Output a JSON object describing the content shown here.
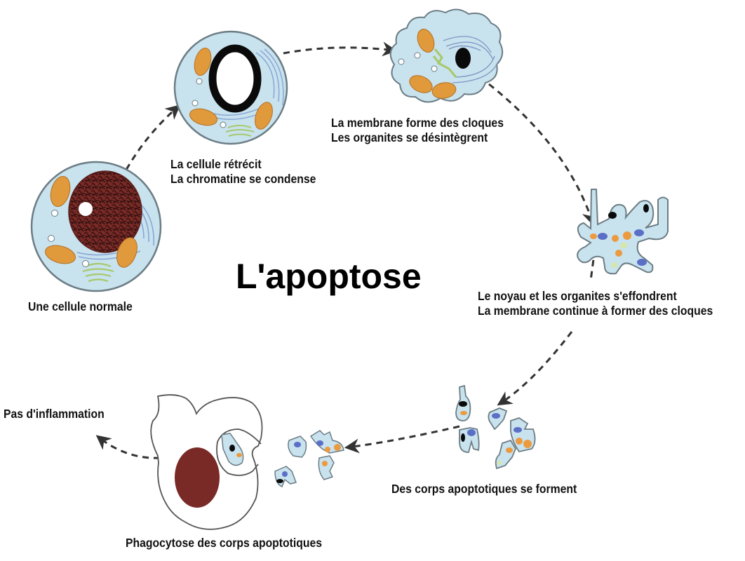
{
  "title": "L'apoptose",
  "colors": {
    "cytoplasm": "#c8e2ee",
    "membrane": "#7d8a90",
    "nucleus": "#7a2a26",
    "chromatin": "#2a0f0e",
    "mitochondria": "#e09a3c",
    "golgi": "#a7c96a",
    "er": "#8aa6d6",
    "condensed_chromatin": "#0a0a0a",
    "fragment_blue": "#5b6fc7",
    "fragment_orange": "#ec9a3e",
    "fragment_green": "#d6e6a6",
    "arrow": "#333333"
  },
  "stages": [
    {
      "id": "normal",
      "lines": [
        "Une cellule normale"
      ]
    },
    {
      "id": "shrink",
      "lines": [
        "La cellule rétrécit",
        "La chromatine se condense"
      ]
    },
    {
      "id": "bleb",
      "lines": [
        "La membrane forme des cloques",
        "Les organites se désintègrent"
      ]
    },
    {
      "id": "collapse",
      "lines": [
        "Le noyau et les organites s'effondrent",
        "La membrane continue à former des cloques"
      ]
    },
    {
      "id": "bodies",
      "lines": [
        "Des corps apoptotiques se forment"
      ]
    },
    {
      "id": "phagocytosis",
      "lines": [
        "Phagocytose des corps apoptotiques"
      ]
    },
    {
      "id": "outcome",
      "lines": [
        "Pas d'inflammation"
      ]
    }
  ]
}
